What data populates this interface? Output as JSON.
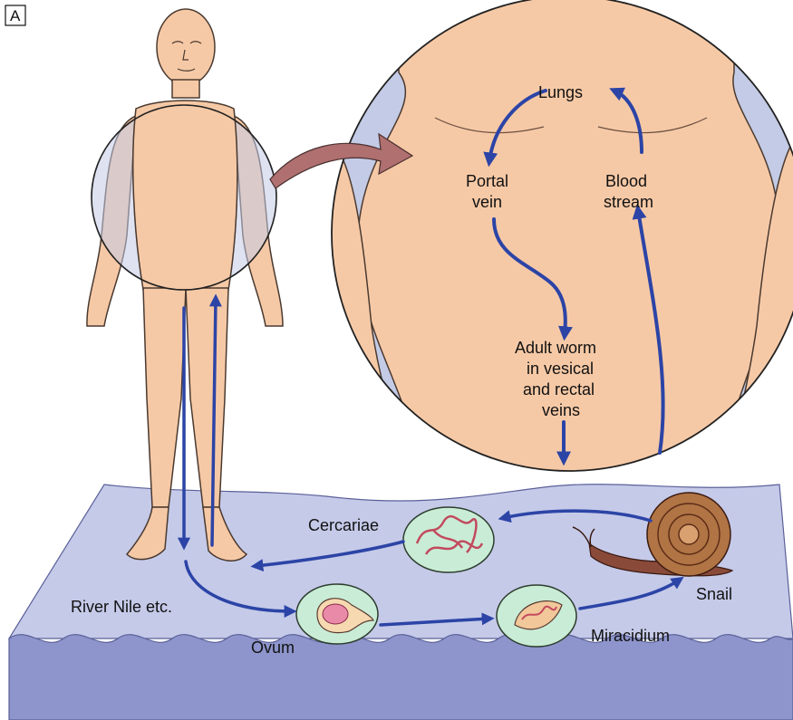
{
  "panel_label": "A",
  "labels": {
    "lungs": "Lungs",
    "portal_vein": [
      "Portal",
      "vein"
    ],
    "blood_stream": [
      "Blood",
      "stream"
    ],
    "adult_worm": [
      "Adult worm",
      "in vesical",
      "and rectal",
      "veins"
    ],
    "cercariae": "Cercariae",
    "snail": "Snail",
    "river": "River Nile etc.",
    "ovum": "Ovum",
    "miracidium": "Miracidium"
  },
  "colors": {
    "skin": "#f6c9a6",
    "skin_outline": "#4a3a30",
    "lens_bg": "#c3cbe6",
    "water": "#c5cae9",
    "water_front": "#8d95cc",
    "arrow": "#2c44a6",
    "big_arrow": "#b07070",
    "cell": "#c9ecd6",
    "snail_shell": "#b07445",
    "snail_body": "#8a4a3a"
  }
}
